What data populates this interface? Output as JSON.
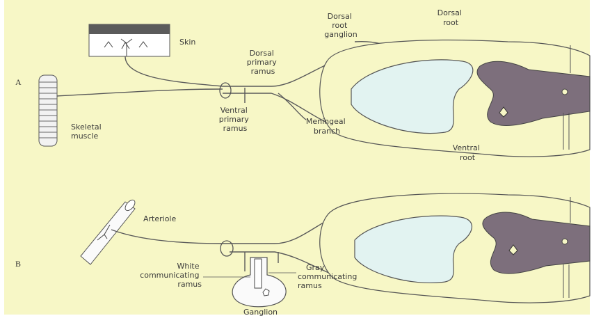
{
  "panels": {
    "a": "A",
    "b": "B"
  },
  "labels_a": {
    "skin": "Skin",
    "dorsal_root_ganglion": [
      "Dorsal",
      "root",
      "ganglion"
    ],
    "dorsal_root": [
      "Dorsal",
      "root"
    ],
    "dorsal_primary_ramus": [
      "Dorsal",
      "primary",
      "ramus"
    ],
    "ventral_primary_ramus": [
      "Ventral",
      "primary",
      "ramus"
    ],
    "meningeal_branch": [
      "Meningeal",
      "branch"
    ],
    "skeletal_muscle": [
      "Skeletal",
      "muscle"
    ],
    "ventral_root": [
      "Ventral",
      "root"
    ]
  },
  "labels_b": {
    "arteriole": "Arteriole",
    "white_ramus": [
      "White",
      "communicating",
      "ramus"
    ],
    "gray_ramus": [
      "Gray",
      "communicating",
      "ramus"
    ],
    "ganglion": "Ganglion"
  },
  "colors": {
    "background": "#f7f7c6",
    "white_matter": "#e2f3f1",
    "gray_matter": "#7d6f7c",
    "line": "#5a5a5a"
  }
}
